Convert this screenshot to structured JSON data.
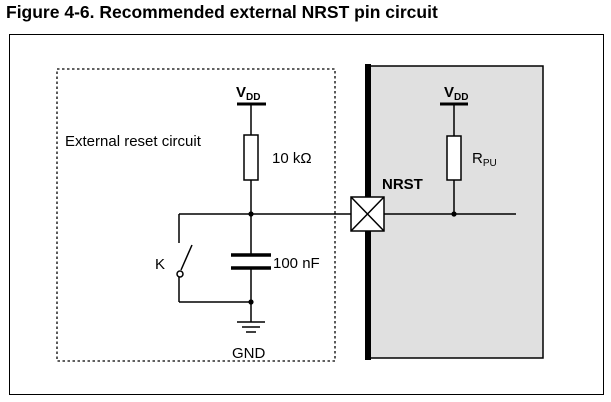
{
  "figure": {
    "title": "Figure 4-6. Recommended external NRST pin circuit"
  },
  "external_circuit": {
    "label": "External reset circuit",
    "supply": {
      "main": "V",
      "sub": "DD"
    },
    "resistor_value": "10 kΩ",
    "capacitor_value": "100 nF",
    "switch_label": "K",
    "ground_label": "GND"
  },
  "device": {
    "pin_label": "NRST",
    "supply": {
      "main": "V",
      "sub": "DD"
    },
    "pullup": {
      "main": "R",
      "sub": "PU"
    }
  },
  "colors": {
    "device_fill": "#e0e0e0",
    "line": "#000000"
  }
}
